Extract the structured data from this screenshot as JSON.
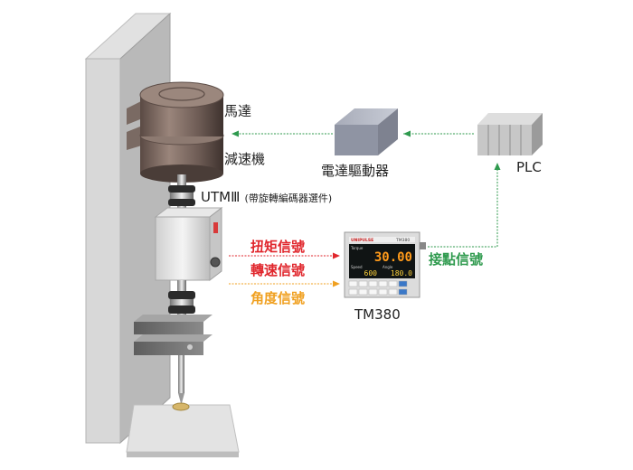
{
  "labels": {
    "motor": "馬達",
    "reducer": "減速機",
    "driver": "電達驅動器",
    "plc": "PLC",
    "utm_main": "UTMⅢ",
    "utm_note": "(帶旋轉編碼器選件)",
    "tm380": "TM380"
  },
  "signals": {
    "torque": "扭矩信號",
    "speed": "轉速信號",
    "angle": "角度信號",
    "contact": "接點信號"
  },
  "tm380_display": {
    "brand": "UNIPULSE",
    "model": "TM380",
    "main_value": "30.00",
    "sub_left": "600",
    "sub_right": "180.0",
    "label_torque": "Torque",
    "label_speed": "Speed",
    "label_angle": "Angle"
  },
  "colors": {
    "torque_signal": "#e0262c",
    "speed_signal": "#e0262c",
    "angle_signal": "#f0a020",
    "contact_signal": "#2f9a4e",
    "motor_flow": "#2f9a4e"
  }
}
